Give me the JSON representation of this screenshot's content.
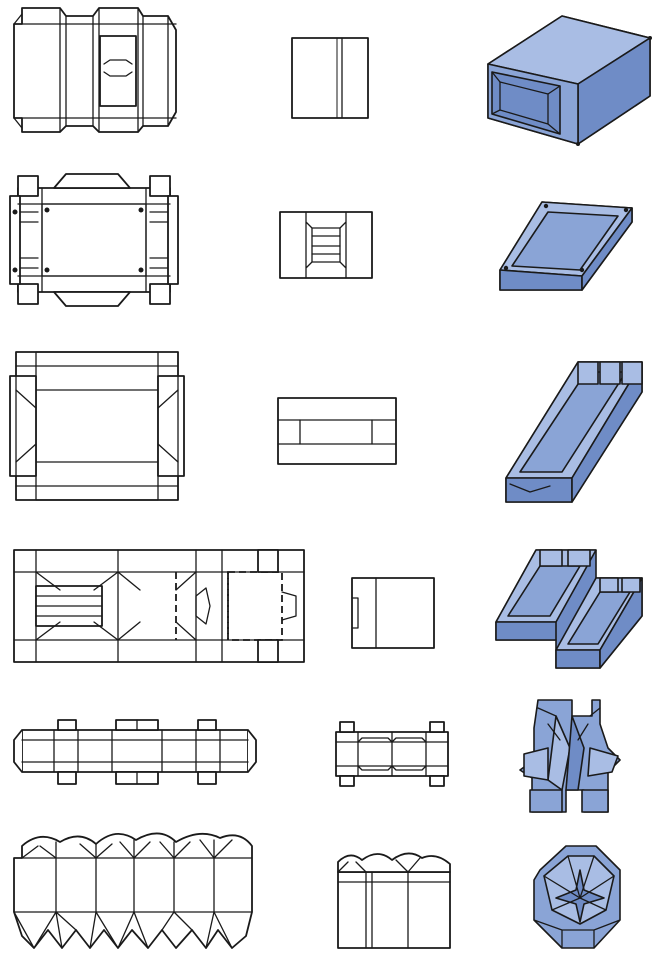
{
  "palette": {
    "line": "#1a1a1a",
    "paper": "#ffffff",
    "box_fill": "#8aa4d6",
    "box_shade": "#6f8cc6",
    "box_light": "#a9bde4"
  },
  "rows": [
    {
      "id": "row-1",
      "items": [
        "die-cut-blank",
        "folded-flat",
        "assembled-box"
      ]
    },
    {
      "id": "row-2",
      "items": [
        "die-cut-blank",
        "folded-flat",
        "assembled-box"
      ]
    },
    {
      "id": "row-3",
      "items": [
        "die-cut-blank",
        "folded-flat",
        "assembled-box"
      ]
    },
    {
      "id": "row-4",
      "items": [
        "die-cut-blank",
        "folded-flat",
        "assembled-box"
      ]
    },
    {
      "id": "row-5",
      "items": [
        "die-cut-blank",
        "folded-flat",
        "assembled-box"
      ]
    },
    {
      "id": "row-6",
      "items": [
        "die-cut-blank",
        "folded-flat",
        "assembled-box"
      ]
    }
  ]
}
